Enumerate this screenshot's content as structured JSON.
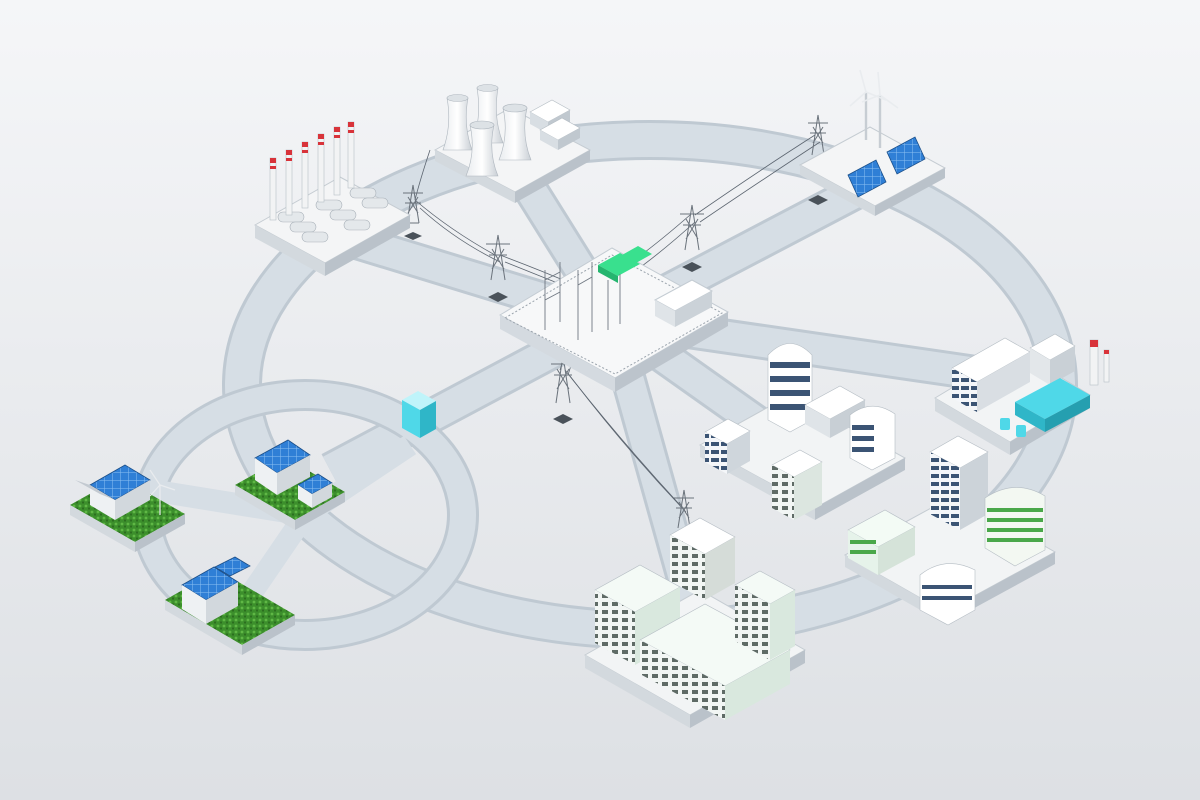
{
  "scene": {
    "background_top": "#f4f5f7",
    "background_bottom": "#dcdfe3",
    "road_color": "#d5dde4",
    "road_edge": "#bfc9d2",
    "platform_color": "#f6f7f8",
    "grass_color": "#3c8f2c",
    "solar_color": "#2f7fd6",
    "highlight_cyan": "#4fd8e8",
    "highlight_green": "#39e08e",
    "stack_red": "#d8333a"
  },
  "nodes": [
    {
      "id": "coal-power-plant",
      "icon": "smokestack-plant-icon"
    },
    {
      "id": "nuclear-power-plant",
      "icon": "cooling-tower-icon"
    },
    {
      "id": "wind-solar-farm",
      "icon": "wind-turbine-solar-panel-icon"
    },
    {
      "id": "central-substation",
      "icon": "substation-icon"
    },
    {
      "id": "industrial-factory",
      "icon": "factory-icon"
    },
    {
      "id": "office-district",
      "icon": "office-tower-icon"
    },
    {
      "id": "business-park",
      "icon": "commercial-building-icon"
    },
    {
      "id": "residential-apartments",
      "icon": "apartment-block-icon"
    },
    {
      "id": "microgrid-houses",
      "icon": "solar-house-icon"
    },
    {
      "id": "storage-unit",
      "icon": "battery-storage-icon"
    }
  ]
}
